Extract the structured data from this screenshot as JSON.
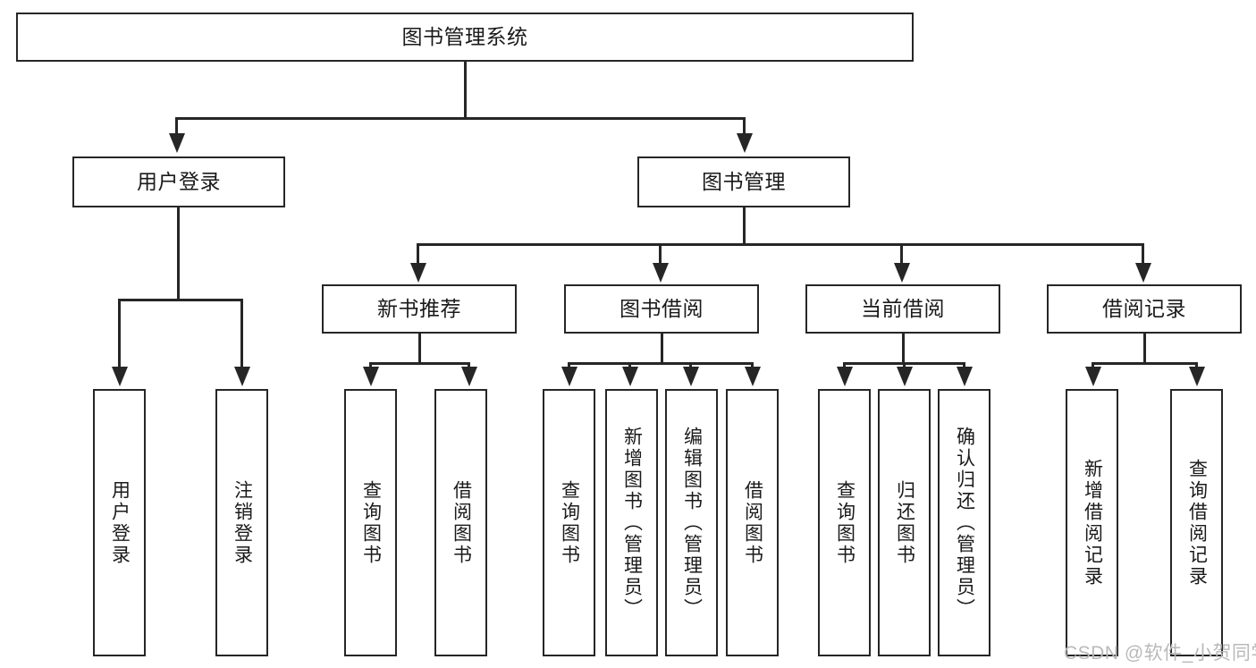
{
  "diagram": {
    "title_node": {
      "label": "图书管理系统"
    },
    "level2": [
      {
        "id": "user-login",
        "label": "用户登录"
      },
      {
        "id": "book-management",
        "label": "图书管理"
      }
    ],
    "level3": [
      {
        "id": "new-book-recommend",
        "label": "新书推荐"
      },
      {
        "id": "book-borrow",
        "label": "图书借阅"
      },
      {
        "id": "current-borrow",
        "label": "当前借阅"
      },
      {
        "id": "borrow-record",
        "label": "借阅记录"
      }
    ],
    "leaves": {
      "user_login": [
        {
          "id": "leaf-user-login",
          "label": "用户登录"
        },
        {
          "id": "leaf-logout-login",
          "label": "注销登录"
        }
      ],
      "new_book_recommend": [
        {
          "id": "leaf-query-book-1",
          "label": "查询图书"
        },
        {
          "id": "leaf-borrow-book-1",
          "label": "借阅图书"
        }
      ],
      "book_borrow": [
        {
          "id": "leaf-query-book-2",
          "label": "查询图书"
        },
        {
          "id": "leaf-add-book",
          "label": "新增图书（管理员）"
        },
        {
          "id": "leaf-edit-book",
          "label": "编辑图书（管理员）"
        },
        {
          "id": "leaf-borrow-book-2",
          "label": "借阅图书"
        }
      ],
      "current_borrow": [
        {
          "id": "leaf-query-book-3",
          "label": "查询图书"
        },
        {
          "id": "leaf-return-book",
          "label": "归还图书"
        },
        {
          "id": "leaf-confirm-return",
          "label": "确认归还（管理员）"
        }
      ],
      "borrow_record": [
        {
          "id": "leaf-add-record",
          "label": "新增借阅记录"
        },
        {
          "id": "leaf-query-record",
          "label": "查询借阅记录"
        }
      ]
    }
  },
  "watermark": {
    "text": "CSDN @软件_小贺同学"
  },
  "colors": {
    "stroke": "#262626",
    "text": "#1a1a1a",
    "background": "#ffffff",
    "watermark": "#b9b9b9"
  }
}
